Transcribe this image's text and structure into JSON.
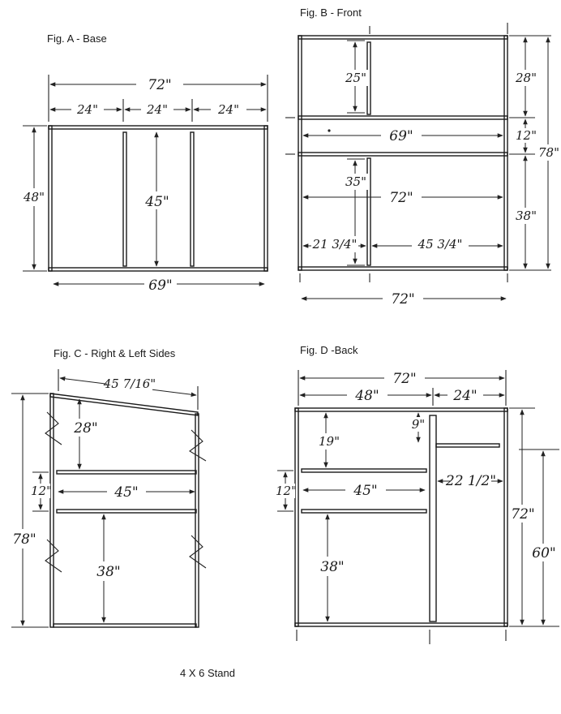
{
  "caption": "4 X 6 Stand",
  "figures": {
    "a": {
      "title": "Fig. A - Base",
      "dims": {
        "total": "72\"",
        "seg1": "24\"",
        "seg2": "24\"",
        "seg3": "24\"",
        "depth": "48\"",
        "inner": "45\"",
        "bottom": "69\""
      }
    },
    "b": {
      "title": "Fig. B - Front",
      "dims": {
        "top_gap": "25\"",
        "upper_span": "69\"",
        "upper_frame": "28\"",
        "middle": "12\"",
        "total_h": "78\"",
        "lower_gap": "35\"",
        "lower_span": "72\"",
        "lower_frame": "38\"",
        "left_part": "21 3/4\"",
        "right_part": "45 3/4\"",
        "width": "72\""
      }
    },
    "c": {
      "title": "Fig. C - Right & Left Sides",
      "dims": {
        "slope": "45 7/16\"",
        "top": "28\"",
        "middle": "12\"",
        "inner": "45\"",
        "total_h": "78\"",
        "bottom": "38\""
      }
    },
    "d": {
      "title": "Fig. D -Back",
      "dims": {
        "width": "72\"",
        "left": "48\"",
        "right": "24\"",
        "notch": "9\"",
        "top": "19\"",
        "door": "22 1/2\"",
        "middle": "12\"",
        "inner": "45\"",
        "height": "72\"",
        "right_h": "60\"",
        "bottom": "38\""
      }
    }
  }
}
